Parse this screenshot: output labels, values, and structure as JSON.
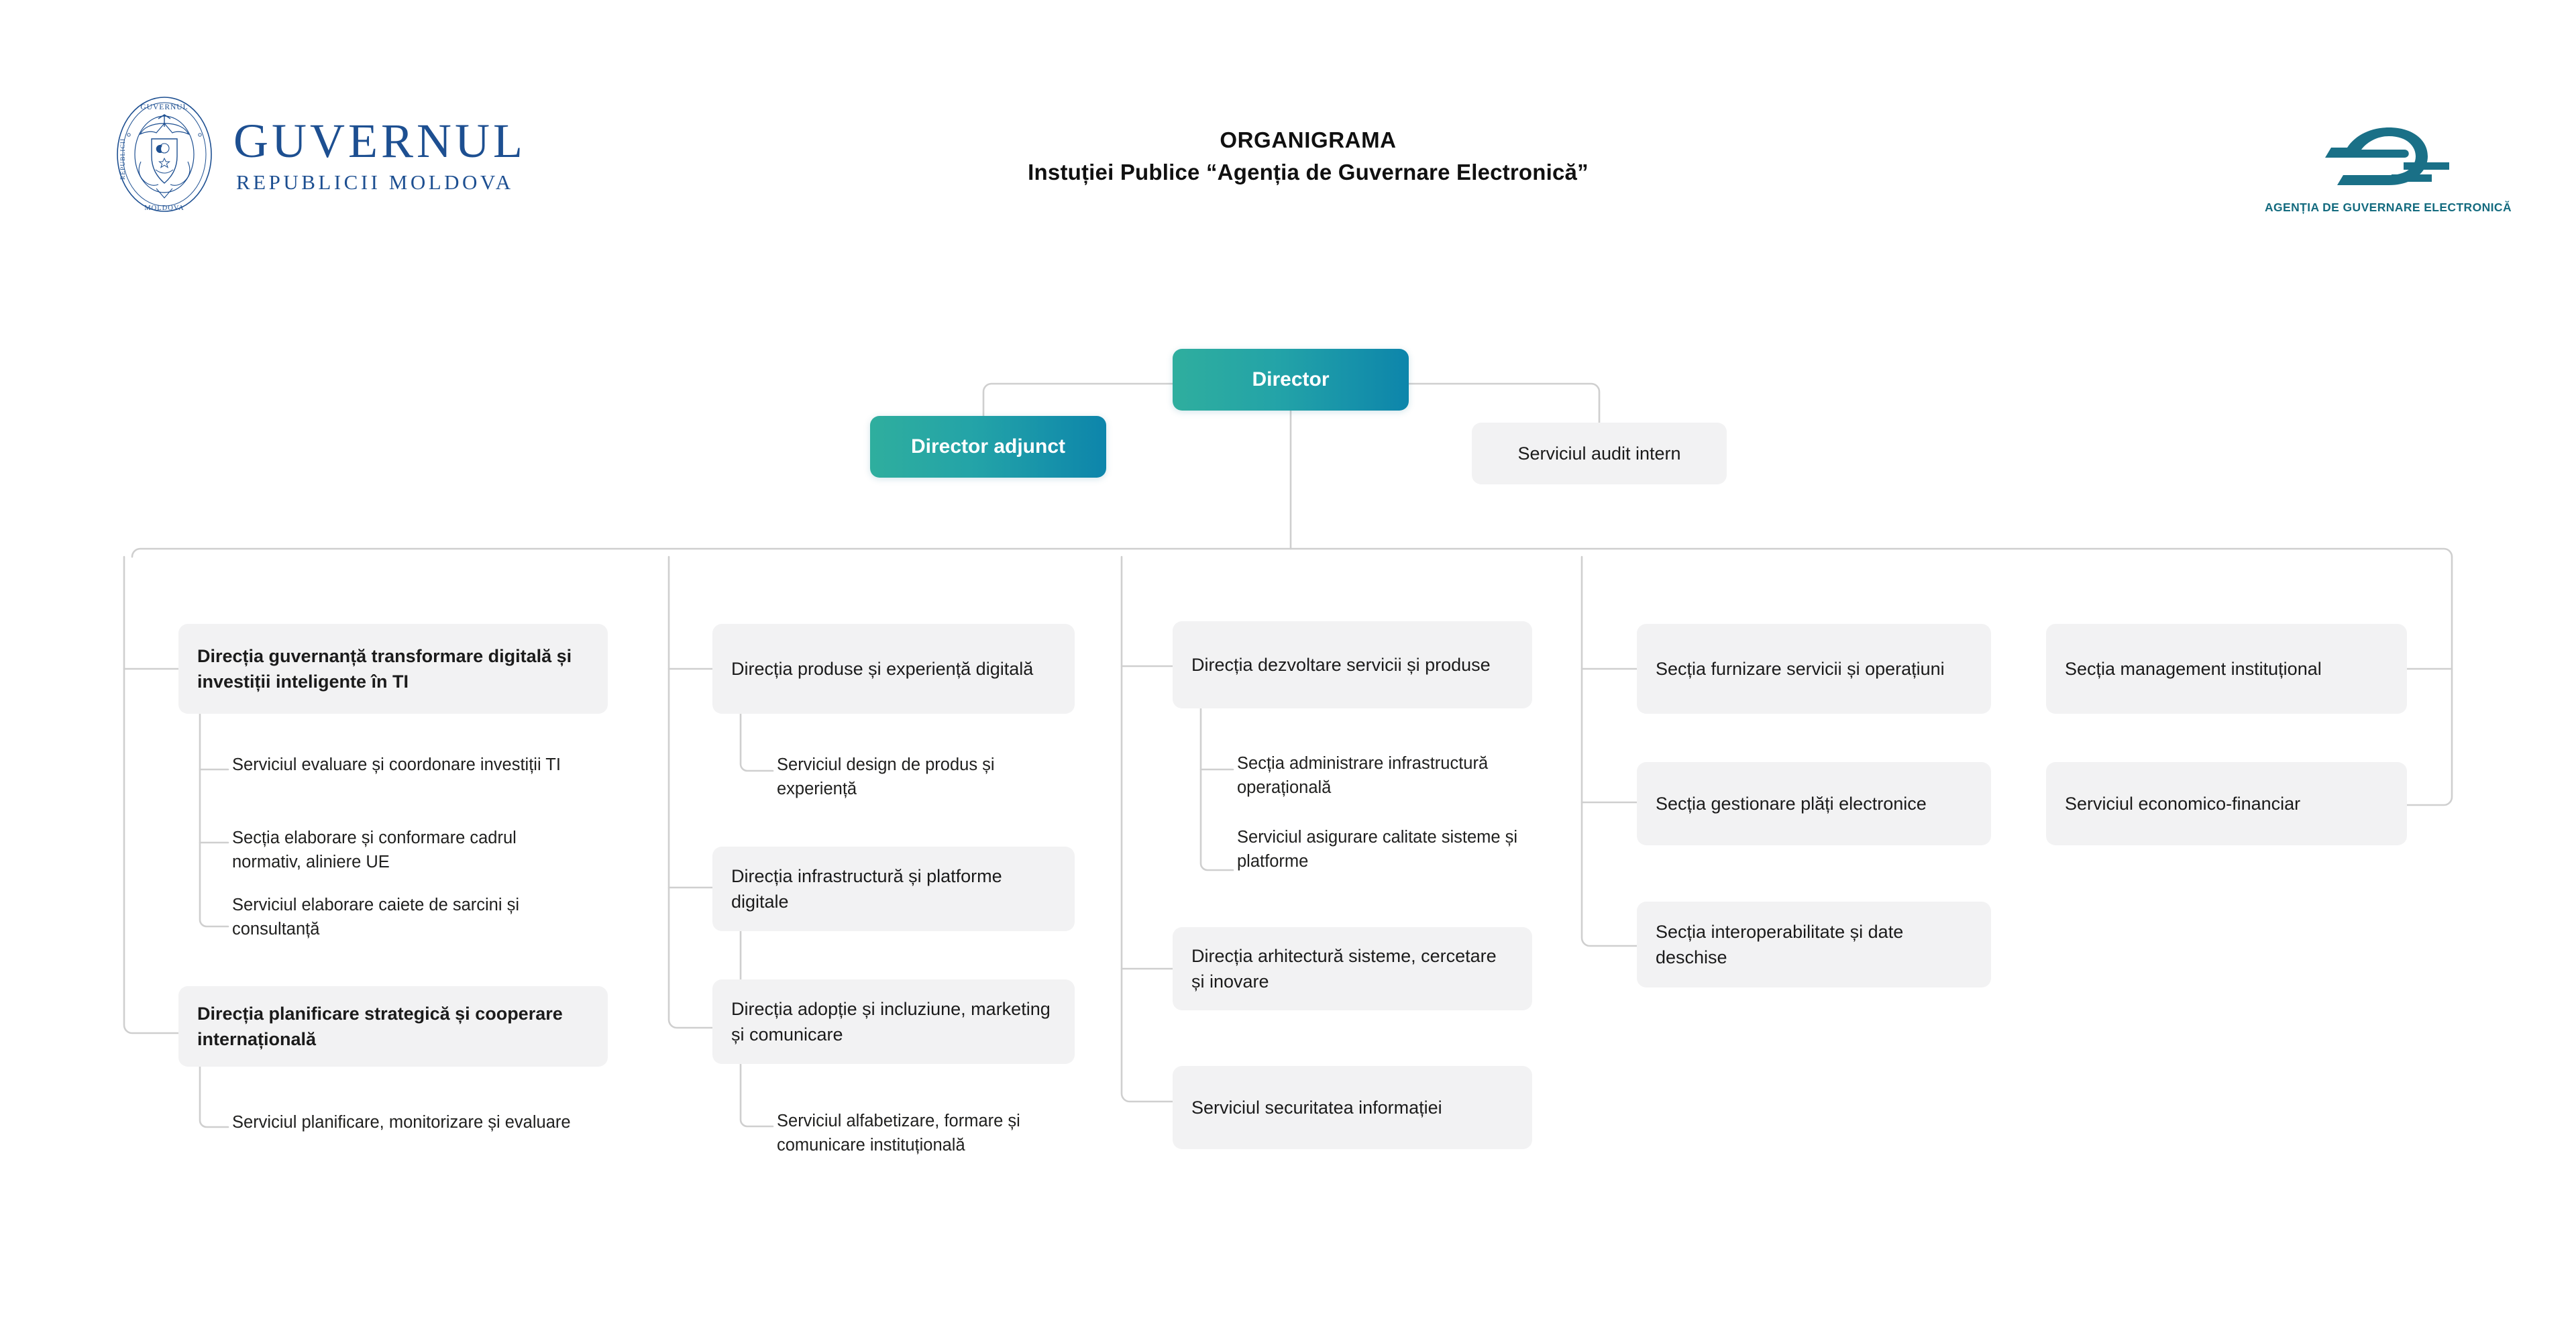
{
  "header": {
    "gov_logo": {
      "name": "guvernul-republicii-moldova-logo",
      "line1": "GUVERNUL",
      "line2": "REPUBLICII MOLDOVA",
      "seal_icon": "moldova-coat-of-arms-seal-icon",
      "color": "#1d4f91"
    },
    "title_line1": "ORGANIGRAMA",
    "title_line2": "Instuției Publice “Agenția de Guvernare Electronică”",
    "age_logo": {
      "name": "agentia-de-guvernare-electronica-logo",
      "mark_icon": "stylized-e-logo-icon",
      "caption": "AGENȚIA DE GUVERNARE ELECTRONICĂ",
      "color": "#146b7f"
    }
  },
  "theme": {
    "accent_from": "#2fae9e",
    "accent_to": "#0d85ab",
    "box_fill": "#f2f2f3",
    "line": "#cfcfcf",
    "text": "#1b1b1b"
  },
  "chart_data": {
    "type": "org-chart",
    "title": "ORGANIGRAMA Instuției Publice “Agenția de Guvernare Electronică”",
    "root": "Director",
    "nodes": [
      {
        "id": "director",
        "label": "Director",
        "level": 0,
        "style": "accent"
      },
      {
        "id": "director-adjunct",
        "label": "Director adjunct",
        "level": 1,
        "style": "accent",
        "parent": "director"
      },
      {
        "id": "audit",
        "label": "Serviciul audit intern",
        "level": 1,
        "style": "grey",
        "parent": "director"
      },
      {
        "id": "c1-d1",
        "label": "Direcția guvernanță transformare digitală și investiții inteligente în TI",
        "level": 2,
        "style": "grey-bold",
        "parent": "director"
      },
      {
        "id": "c1-d1-s1",
        "label": "Serviciul evaluare și coordonare investiții TI",
        "level": 3,
        "style": "leaf",
        "parent": "c1-d1"
      },
      {
        "id": "c1-d1-s2",
        "label": "Secția elaborare și conformare cadrul normativ, aliniere UE",
        "level": 3,
        "style": "leaf",
        "parent": "c1-d1"
      },
      {
        "id": "c1-d1-s3",
        "label": "Serviciul elaborare caiete de sarcini și consultanță",
        "level": 3,
        "style": "leaf",
        "parent": "c1-d1"
      },
      {
        "id": "c1-d2",
        "label": "Direcția planificare strategică și cooperare internațională",
        "level": 2,
        "style": "grey-bold",
        "parent": "director"
      },
      {
        "id": "c1-d2-s1",
        "label": "Serviciul planificare, monitorizare și evaluare",
        "level": 3,
        "style": "leaf",
        "parent": "c1-d2"
      },
      {
        "id": "c2-d1",
        "label": "Direcția produse și experiență digitală",
        "level": 2,
        "style": "grey",
        "parent": "director"
      },
      {
        "id": "c2-d1-s1",
        "label": "Serviciul design de produs și experiență",
        "level": 3,
        "style": "leaf",
        "parent": "c2-d1"
      },
      {
        "id": "c2-d2",
        "label": "Direcția infrastructură și platforme digitale",
        "level": 2,
        "style": "grey",
        "parent": "director"
      },
      {
        "id": "c2-d3",
        "label": "Direcția adopție și incluziune, marketing și comunicare",
        "level": 2,
        "style": "grey",
        "parent": "director"
      },
      {
        "id": "c2-d3-s1",
        "label": "Serviciul alfabetizare, formare și comunicare instituțională",
        "level": 3,
        "style": "leaf",
        "parent": "c2-d3"
      },
      {
        "id": "c3-d1",
        "label": "Direcția dezvoltare servicii și produse",
        "level": 2,
        "style": "grey",
        "parent": "director"
      },
      {
        "id": "c3-d1-s1",
        "label": "Secția administrare infrastructură operațională",
        "level": 3,
        "style": "leaf",
        "parent": "c3-d1"
      },
      {
        "id": "c3-d1-s2",
        "label": "Serviciul asigurare calitate sisteme și platforme",
        "level": 3,
        "style": "leaf",
        "parent": "c3-d1"
      },
      {
        "id": "c3-d2",
        "label": "Direcția arhitectură sisteme, cercetare și inovare",
        "level": 2,
        "style": "grey",
        "parent": "director"
      },
      {
        "id": "c3-d3",
        "label": "Serviciul securitatea informației",
        "level": 2,
        "style": "grey",
        "parent": "director"
      },
      {
        "id": "c4-d1",
        "label": "Secția furnizare servicii și operațiuni",
        "level": 2,
        "style": "grey",
        "parent": "director"
      },
      {
        "id": "c4-d2",
        "label": "Secția gestionare plăți electronice",
        "level": 2,
        "style": "grey",
        "parent": "director"
      },
      {
        "id": "c4-d3",
        "label": "Secția interoperabilitate și date deschise",
        "level": 2,
        "style": "grey",
        "parent": "director"
      },
      {
        "id": "c5-d1",
        "label": "Secția management instituțional",
        "level": 2,
        "style": "grey",
        "parent": "director"
      },
      {
        "id": "c5-d2",
        "label": "Serviciul economico-financiar",
        "level": 2,
        "style": "grey",
        "parent": "director"
      }
    ]
  },
  "boxes": {
    "director": "Director",
    "director_adjunct": "Director adjunct",
    "audit": "Serviciul audit intern",
    "c1_d1": "Direcția guvernanță transformare digitală și investiții inteligente în TI",
    "c1_d1_s1": "Serviciul evaluare și coordonare investiții TI",
    "c1_d1_s2": "Secția elaborare și conformare cadrul normativ, aliniere UE",
    "c1_d1_s3": "Serviciul elaborare caiete de sarcini și consultanță",
    "c1_d2": "Direcția planificare strategică și cooperare internațională",
    "c1_d2_s1": "Serviciul planificare, monitorizare și evaluare",
    "c2_d1": "Direcția produse și experiență digitală",
    "c2_d1_s1": "Serviciul design de produs și experiență",
    "c2_d2": "Direcția infrastructură și platforme digitale",
    "c2_d3": "Direcția adopție și incluziune, marketing și comunicare",
    "c2_d3_s1": "Serviciul alfabetizare, formare și comunicare instituțională",
    "c3_d1": "Direcția dezvoltare servicii și produse",
    "c3_d1_s1": "Secția administrare infrastructură operațională",
    "c3_d1_s2": "Serviciul asigurare calitate sisteme și platforme",
    "c3_d2": "Direcția arhitectură sisteme, cercetare și inovare",
    "c3_d3": "Serviciul securitatea informației",
    "c4_d1": "Secția furnizare servicii și operațiuni",
    "c4_d2": "Secția gestionare plăți electronice",
    "c4_d3": "Secția interoperabilitate și date deschise",
    "c5_d1": "Secția management instituțional",
    "c5_d2": "Serviciul economico-financiar"
  }
}
